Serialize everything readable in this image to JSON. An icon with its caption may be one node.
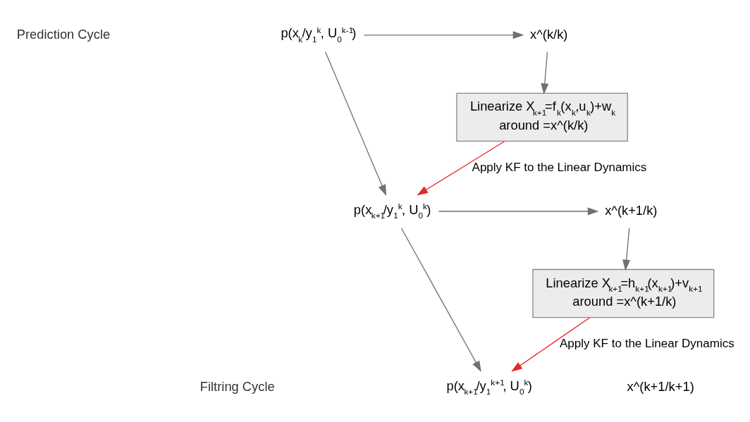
{
  "diagram": {
    "nodes": [
      {
        "text": [
          "p(x$_{k}$/y$_{1}$$^{k}$, U$_{0}$$^{k-1}$)"
        ]
      },
      {
        "text": [
          "x^(k/k)"
        ]
      },
      {
        "text": [
          "Linearize X$_{k+1}$=f$_{k}$(x$_{k}$,u$_{k}$)+w$_{k}$ around =x^(k/k)"
        ]
      },
      {
        "text": [
          "p(x$_{k+1}$/y$_{1}$$^{k}$, U$_{0}$$^{k}$)"
        ]
      },
      {
        "text": [
          "x^(k+1/k)"
        ]
      },
      {
        "text": [
          "Linearize X$_{k+1}$=h$_{k+1}$(x$_{k+1}$)+v$_{k+1}$ around =x^(k+1/k)"
        ]
      },
      {
        "text": [
          "p(x$_{k+1}$/y$_{1}$$^{k+1}$, U$_{0}$$^{k}$)"
        ]
      },
      {
        "text": [
          "x^(k+1/k+1)"
        ]
      }
    ],
    "edges": [
      {
        "from": 0,
        "to": 1,
        "arrow": "to"
      },
      {
        "from": 1,
        "to": 2,
        "arrow": "to"
      },
      {
        "from": 2,
        "to": 3,
        "arrow": "to",
        "label": "Apply KF to the Linear Dynamics",
        "color": "#e8262b"
      },
      {
        "from": 0,
        "to": 3,
        "arrow": "to"
      },
      {
        "from": 3,
        "to": 4,
        "arrow": "to"
      },
      {
        "from": 4,
        "to": 5,
        "arrow": "to"
      },
      {
        "from": 5,
        "to": 6,
        "arrow": "to",
        "label": "Apply KF to the Linear Dynamics",
        "color": "#e8262b"
      },
      {
        "from": 3,
        "to": 6,
        "arrow": "to"
      }
    ],
    "labels": [
      "Prediction Cycle",
      "Filtring Cycle"
    ]
  }
}
